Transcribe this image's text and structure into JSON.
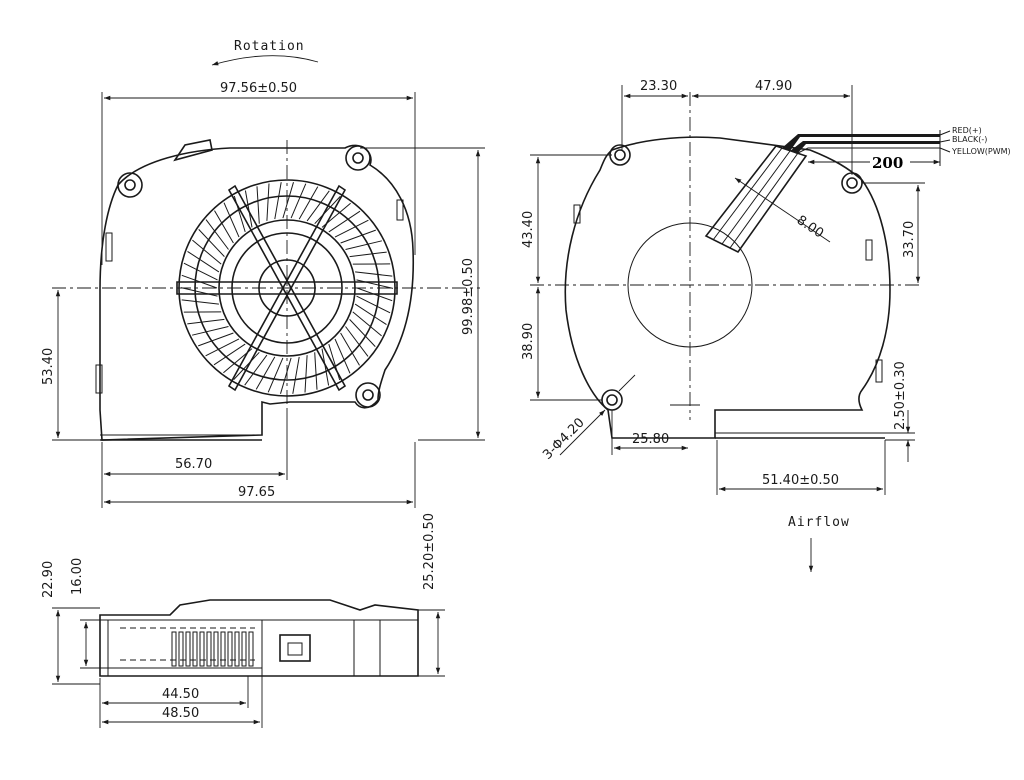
{
  "rotation_label": "Rotation",
  "airflow_label": "Airflow",
  "front_view": {
    "width_dim": "97.56±0.50",
    "height_dim": "99.98±0.50",
    "center_height_dim": "53.40",
    "center_x_dim": "56.70",
    "bottom_width_dim": "97.65"
  },
  "rear_view": {
    "left_offset_dim": "23.30",
    "right_offset_dim": "47.90",
    "upper_height_dim": "43.40",
    "lower_height_dim": "38.90",
    "right_height_dim": "33.70",
    "cable_width_dim": "8.00",
    "cable_length": "200",
    "hole_dim": "3-Φ4.20",
    "hole_offset_dim": "25.80",
    "outlet_width_dim": "51.40±0.50",
    "flange_thickness_dim": "2.50±0.30",
    "wires": [
      "RED(+)",
      "BLACK(-)",
      "YELLOW(PWM)"
    ]
  },
  "side_view": {
    "height_outer_dim": "22.90",
    "height_inner_dim": "16.00",
    "thickness_dim": "25.20±0.50",
    "inner_width_dim": "44.50",
    "outer_width_dim": "48.50"
  }
}
